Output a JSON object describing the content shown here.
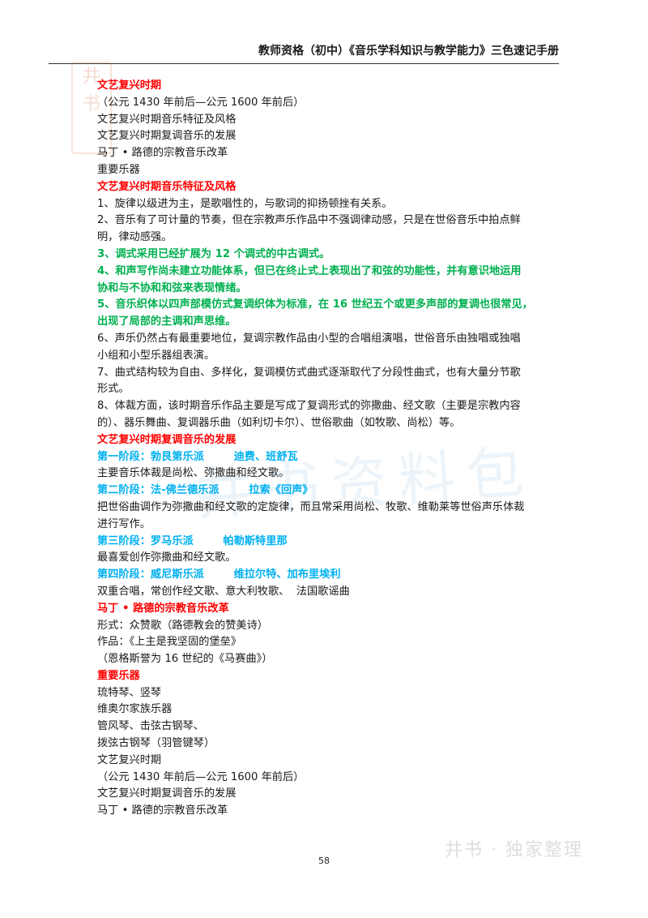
{
  "header": {
    "title": "教师资格（初中）《音乐学科知识与教学能力》三色速记手册"
  },
  "watermarks": {
    "stamp_chars": [
      "井",
      "书"
    ],
    "center_text": "井书资料包",
    "footer_text": "井书 · 独家整理"
  },
  "lines": [
    {
      "style": "red",
      "text": "文艺复兴时期"
    },
    {
      "style": "blk",
      "text": "（公元 1430 年前后—公元 1600 年前后）"
    },
    {
      "style": "blk",
      "text": "文艺复兴时期音乐特征及风格"
    },
    {
      "style": "blk",
      "text": "文艺复兴时期复调音乐的发展"
    },
    {
      "style": "blk",
      "text": "马丁 • 路德的宗教音乐改革"
    },
    {
      "style": "blk",
      "text": "重要乐器"
    },
    {
      "style": "red",
      "text": "文艺复兴时期音乐特征及风格"
    },
    {
      "style": "blk",
      "text": "1、旋律以级进为主，是歌唱性的，与歌词的抑扬顿挫有关系。"
    },
    {
      "style": "blk",
      "text": "2、音乐有了可计量的节奏，但在宗教声乐作品中不强调律动感，只是在世俗音乐中拍点鲜"
    },
    {
      "style": "blk",
      "text": "明，律动感强。"
    },
    {
      "style": "green",
      "text": "3、调式采用已经扩展为 12 个调式的中古调式。"
    },
    {
      "style": "green",
      "text": "4、和声写作尚未建立功能体系，但已在终止式上表现出了和弦的功能性，并有意识地运用"
    },
    {
      "style": "green",
      "text": "协和与不协和和弦来表现情绪。"
    },
    {
      "style": "green",
      "text": "5、音乐织体以四声部模仿式复调织体为标准，在 16 世纪五个或更多声部的复调也很常见，"
    },
    {
      "style": "green",
      "text": "出现了局部的主调和声思维。"
    },
    {
      "style": "blk",
      "text": "6、声乐仍然占有最重要地位，复调宗教作品由小型的合唱组演唱，世俗音乐由独唱或独唱"
    },
    {
      "style": "blk",
      "text": "小组和小型乐器组表演。"
    },
    {
      "style": "blk",
      "text": "7、曲式结构较为自由、多样化，复调模仿式曲式逐渐取代了分段性曲式，也有大量分节歌"
    },
    {
      "style": "blk",
      "text": "形式。"
    },
    {
      "style": "blk",
      "text": "8、体裁方面，该时期音乐作品主要是写成了复调形式的弥撒曲、经文歌（主要是宗教内容"
    },
    {
      "style": "blk",
      "text": "的）、器乐舞曲、复调器乐曲（如利切卡尔）、世俗歌曲（如牧歌、尚松）等。"
    },
    {
      "style": "red",
      "text": "文艺复兴时期复调音乐的发展"
    },
    {
      "style": "blue",
      "text": "第一阶段：勃艮第乐派        迪费、班舒瓦"
    },
    {
      "style": "blk",
      "text": "主要音乐体裁是尚松、弥撒曲和经文歌。"
    },
    {
      "style": "blue",
      "text": "第二阶段：法-佛兰德乐派        拉索《回声》"
    },
    {
      "style": "blk",
      "text": "把世俗曲调作为弥撒曲和经文歌的定旋律，而且常采用尚松、牧歌、维勒莱等世俗声乐体裁"
    },
    {
      "style": "blk",
      "text": "进行写作。"
    },
    {
      "style": "blue",
      "text": "第三阶段：罗马乐派        帕勒斯特里那"
    },
    {
      "style": "blk",
      "text": "最喜爱创作弥撒曲和经文歌。"
    },
    {
      "style": "blue",
      "text": "第四阶段：威尼斯乐派        维拉尔特、加布里埃利"
    },
    {
      "style": "blk",
      "text": "双重合唱，常创作经文歌、意大利牧歌、  法国歌谣曲"
    },
    {
      "style": "red",
      "text": "马丁 • 路德的宗教音乐改革"
    },
    {
      "style": "blk",
      "text": "形式：众赞歌（路德教会的赞美诗）"
    },
    {
      "style": "blk",
      "text": "作品：《上主是我坚固的堡垒》"
    },
    {
      "style": "blk",
      "text": "（恩格斯誉为 16 世纪的《马赛曲》）"
    },
    {
      "style": "red",
      "text": "重要乐器"
    },
    {
      "style": "blk",
      "text": "琉特琴、竖琴"
    },
    {
      "style": "blk",
      "text": "维奥尔家族乐器"
    },
    {
      "style": "blk",
      "text": "管风琴、击弦古钢琴、"
    },
    {
      "style": "blk",
      "text": "拨弦古钢琴（羽管键琴）"
    },
    {
      "style": "blk",
      "text": "文艺复兴时期"
    },
    {
      "style": "blk",
      "text": "（公元 1430 年前后—公元 1600 年前后）"
    },
    {
      "style": "blk",
      "text": "文艺复兴时期复调音乐的发展"
    },
    {
      "style": "blk",
      "text": "马丁 • 路德的宗教音乐改革"
    }
  ],
  "footer": {
    "page_number": "58"
  }
}
